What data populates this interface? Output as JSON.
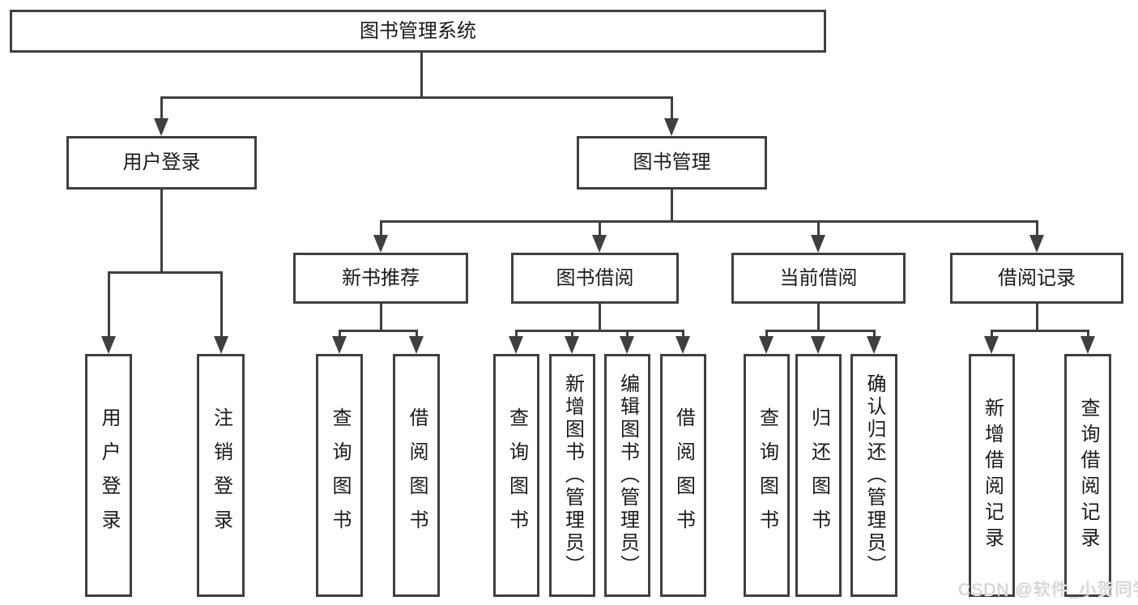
{
  "diagram": {
    "root": {
      "label": "图书管理系统",
      "children": [
        {
          "label": "用户登录",
          "children": [
            {
              "label": "用户登录"
            },
            {
              "label": "注销登录"
            }
          ]
        },
        {
          "label": "图书管理",
          "children": [
            {
              "label": "新书推荐",
              "children": [
                {
                  "label": "查询图书"
                },
                {
                  "label": "借阅图书"
                }
              ]
            },
            {
              "label": "图书借阅",
              "children": [
                {
                  "label": "查询图书"
                },
                {
                  "label": "新增图书（管理员）"
                },
                {
                  "label": "编辑图书（管理员）"
                },
                {
                  "label": "借阅图书"
                }
              ]
            },
            {
              "label": "当前借阅",
              "children": [
                {
                  "label": "查询图书"
                },
                {
                  "label": "归还图书"
                },
                {
                  "label": "确认归还（管理员）"
                }
              ]
            },
            {
              "label": "借阅记录",
              "children": [
                {
                  "label": "新增借阅记录"
                },
                {
                  "label": "查询借阅记录"
                }
              ]
            }
          ]
        }
      ]
    }
  },
  "watermark": {
    "text": "CSDN @软件_小贺同学"
  },
  "colors": {
    "line": "#3f3f3f",
    "text": "#1a1a1a",
    "background": "#ffffff",
    "watermark": "#d2d2d2"
  }
}
